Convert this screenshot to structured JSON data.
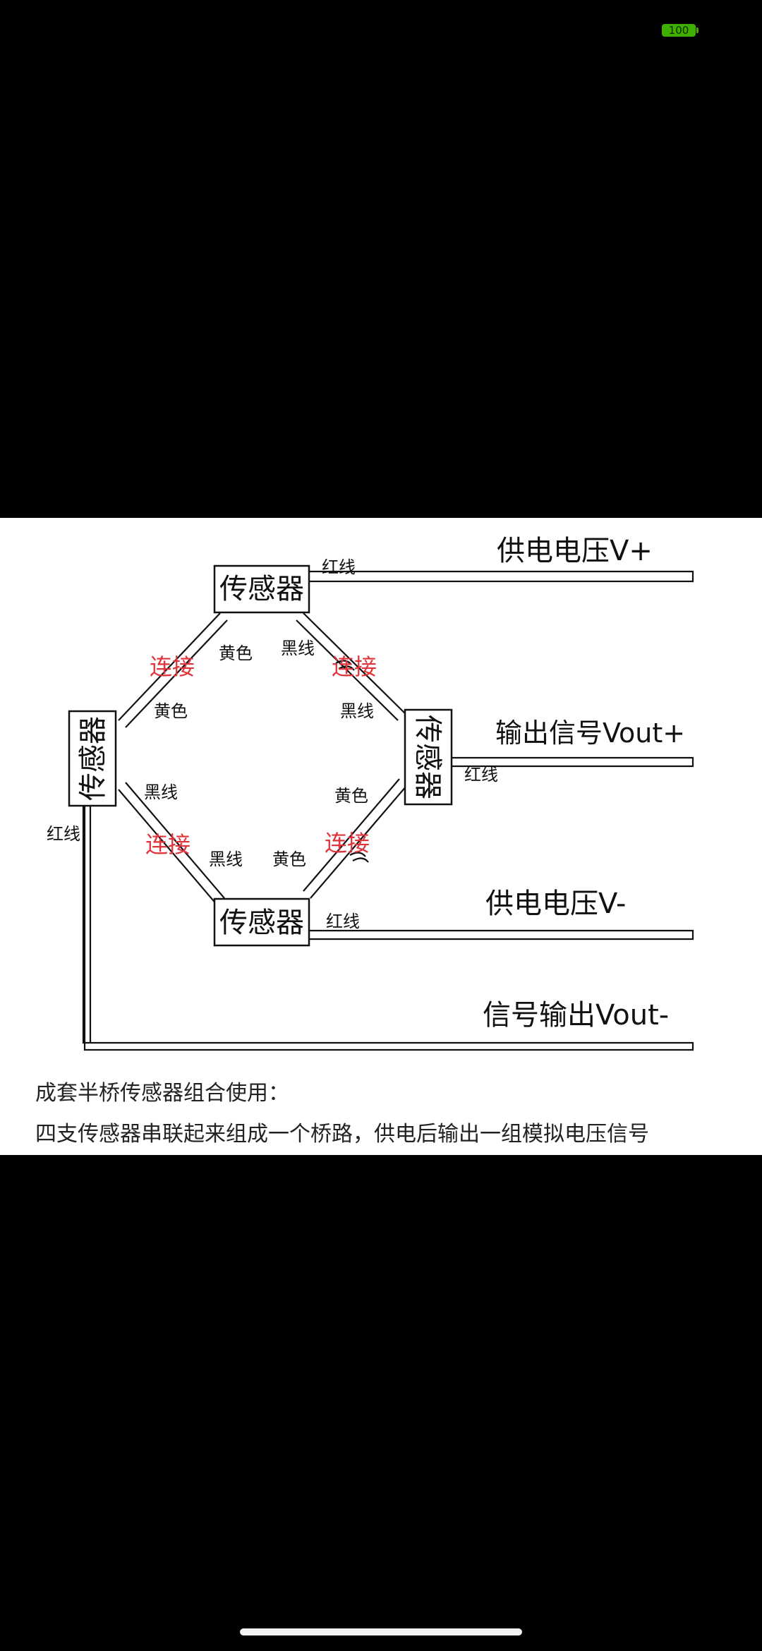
{
  "status_bar": {
    "battery_level": "100",
    "battery_color": "#3fb000"
  },
  "diagram": {
    "sensor_label": "传感器",
    "supply_pos": "供电电压V+",
    "output_pos": "输出信号Vout+",
    "supply_neg": "供电电压V-",
    "output_neg": "信号输出Vout-",
    "red_wire": "红线",
    "black_wire": "黑线",
    "yellow_wire": "黄色",
    "connect": "连接",
    "connect_color": "#e0343c"
  },
  "caption": {
    "line1": "成套半桥传感器组合使用：",
    "line2": "四支传感器串联起来组成一个桥路，供电后输出一组模拟电压信号"
  }
}
